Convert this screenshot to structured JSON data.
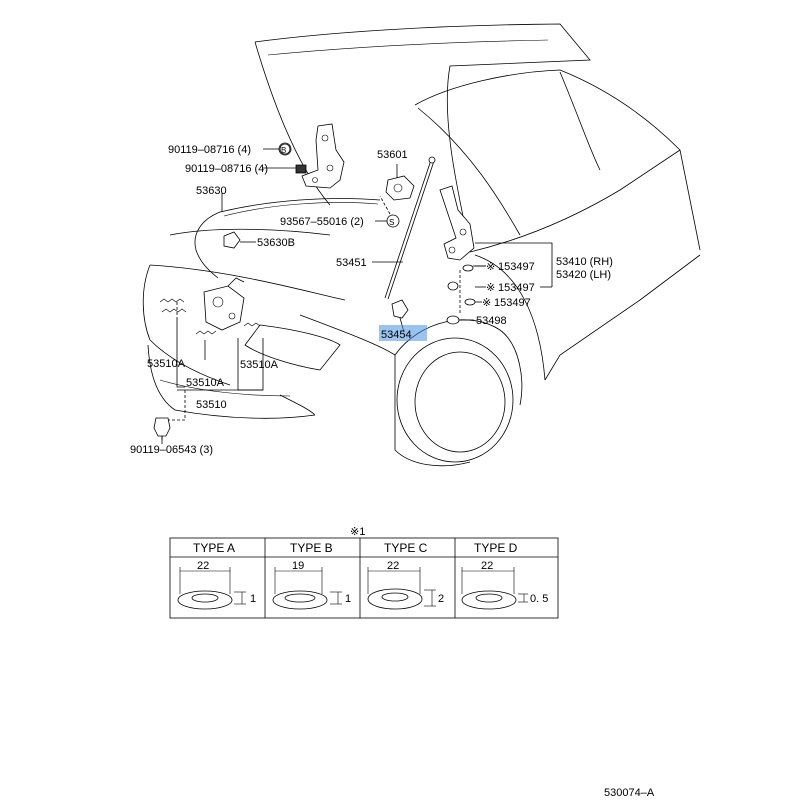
{
  "labels": {
    "bolt_b_top": "90119‒08716 (4)",
    "bolt_b_low": "90119‒08716 (4)",
    "cable": "53630",
    "clamp": "53630B",
    "lock": "53601",
    "screw": "93567‒55016 (2)",
    "rod": "53451",
    "highlighted": "53454",
    "hinge_rh": "53410 (RH)",
    "hinge_lh": "53420 (LH)",
    "cushion_1": "153497",
    "cushion_2": "153497",
    "cushion_3": "153497",
    "stopper": "53498",
    "latch_left": "53510A",
    "latch_mid": "53510A",
    "latch_right": "53510A",
    "latch": "53510",
    "bolt_bottom": "90119‒06543 (3)",
    "bolt_letter": "B",
    "screw_letter": "S",
    "asterisk": "※",
    "table_note": "※1",
    "figure_code": "530074‒A"
  },
  "table": {
    "headers": [
      "TYPE A",
      "TYPE B",
      "TYPE C",
      "TYPE  D"
    ],
    "outer_dims": [
      "22",
      "19",
      "22",
      "22"
    ],
    "thickness_dims": [
      "1",
      "1",
      "2",
      "0. 5"
    ]
  },
  "colors": {
    "highlight": "#4a8fe0",
    "ink": "#000000"
  }
}
